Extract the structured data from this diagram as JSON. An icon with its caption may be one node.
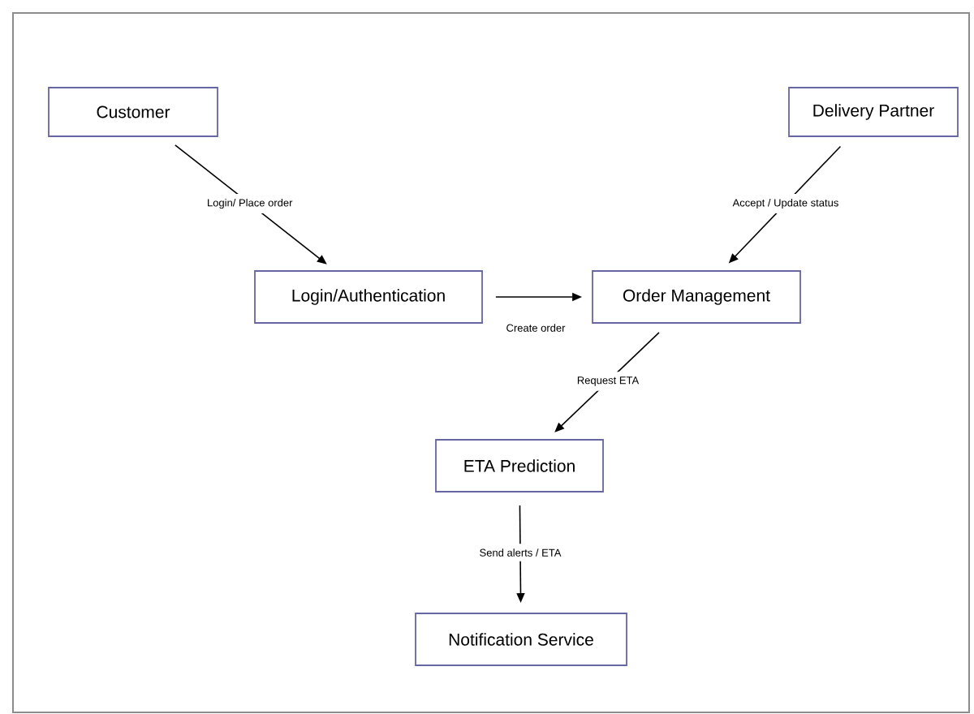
{
  "diagram": {
    "nodes": [
      {
        "text": [
          "Customer"
        ]
      },
      {
        "text": [
          "Delivery Partner"
        ]
      },
      {
        "text": [
          "Login/Authentication"
        ]
      },
      {
        "text": [
          "Order Management"
        ]
      },
      {
        "text": [
          "ETA Prediction"
        ]
      },
      {
        "text": [
          "Notification Service"
        ]
      }
    ],
    "edges": [
      {
        "from": 0,
        "to": 2,
        "arrow": "to",
        "label": "Login/ Place order"
      },
      {
        "from": 1,
        "to": 3,
        "arrow": "to",
        "label": "Accept / Update status"
      },
      {
        "from": 2,
        "to": 3,
        "arrow": "to",
        "label": "Create order"
      },
      {
        "from": 3,
        "to": 4,
        "arrow": "to",
        "label": "Request ETA"
      },
      {
        "from": 4,
        "to": 5,
        "arrow": "to",
        "label": "Send alerts / ETA"
      }
    ]
  }
}
